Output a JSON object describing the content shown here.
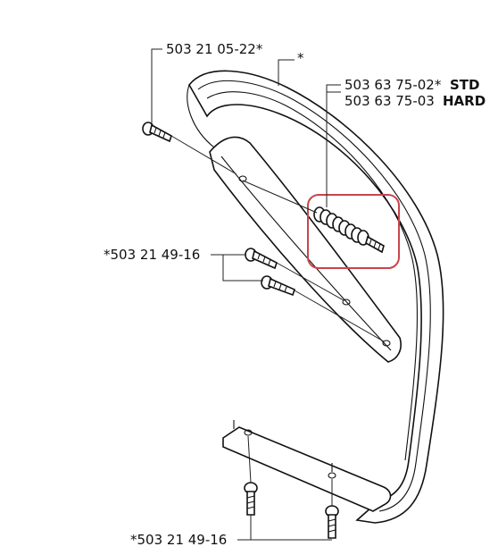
{
  "labels": {
    "top_bolt": "503 21 05-22*",
    "handle_star": "*",
    "damper_std_code": "503 63 75-02*",
    "damper_std_grade": "STD",
    "damper_hard_code": "503 63 75-03",
    "damper_hard_grade": "HARD",
    "mid_bolts": "*503 21 49-16",
    "bottom_bolts": "*503 21 49-16"
  },
  "colors": {
    "highlight": "#c8454b",
    "line": "#222222"
  }
}
